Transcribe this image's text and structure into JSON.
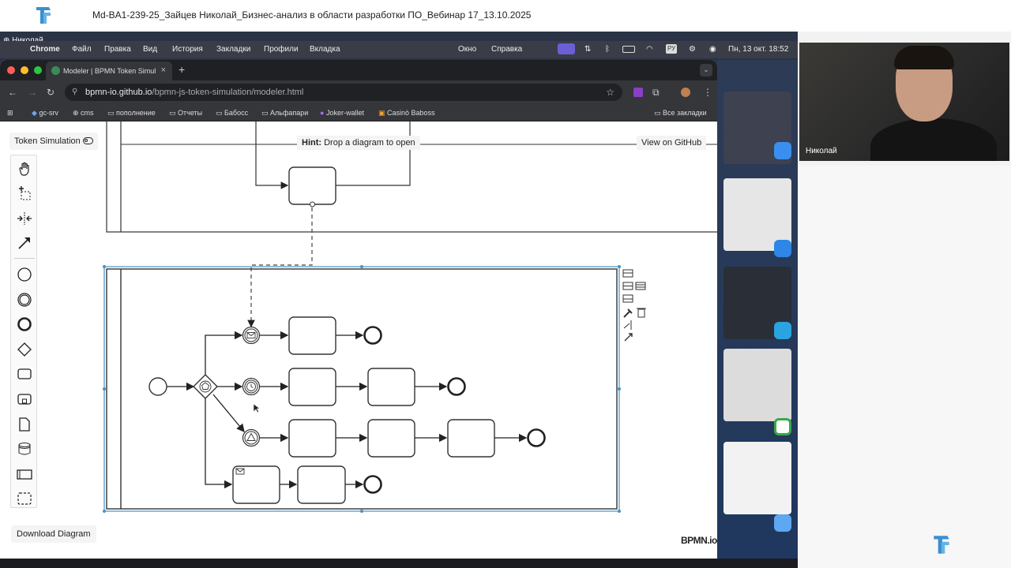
{
  "document_title": "Md-BA1-239-25_Зайцев Николай_Бизнес-анализ в области разработки ПО_Вебинар 17_13.10.2025",
  "user_tag": "Николай",
  "menubar": {
    "items": [
      "Chrome",
      "Файл",
      "Правка",
      "Вид",
      "История",
      "Закладки",
      "Профили",
      "Вкладка",
      "Окно",
      "Справка"
    ],
    "lang": "РУ",
    "datetime": "Пн, 13 окт.  18:52"
  },
  "browser": {
    "tab_title": "Modeler | BPMN Token Simul",
    "url_host": "bpmn-io.github.io",
    "url_path": "/bpmn-js-token-simulation/modeler.html",
    "bookmarks": [
      "gc-srv",
      "cms",
      "пополнение",
      "Отчеты",
      "Бабосс",
      "Альфапари",
      "Joker-wallet",
      "Casinò Baboss",
      "Все закладки"
    ]
  },
  "page": {
    "token_simulation_label": "Token Simulation",
    "hint_bold": "Hint:",
    "hint_text": " Drop a diagram to open",
    "github_label": "View on GitHub",
    "download_label": "Download Diagram",
    "logo_text": "BPMN.io"
  },
  "palette_tools": [
    "hand-tool",
    "lasso-tool",
    "space-tool",
    "connect-tool",
    "start-event",
    "intermediate-event",
    "end-event",
    "gateway",
    "task",
    "subprocess",
    "data-object",
    "data-store",
    "pool",
    "group"
  ],
  "webcam": {
    "name": "Николай"
  },
  "colors": {
    "accent": "#52b415",
    "selection": "#4a90c2"
  }
}
